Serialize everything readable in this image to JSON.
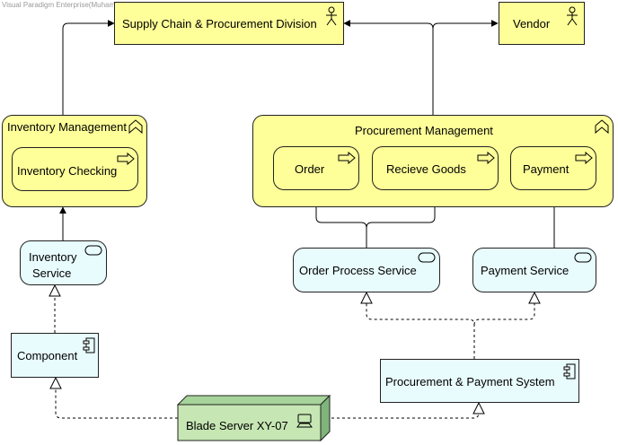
{
  "watermark": "Visual Paradigm Enterprise(Muhammad Izzul Haq (Telkom University))",
  "actors": {
    "supply_chain": "Supply Chain & Procurement Division",
    "vendor": "Vendor"
  },
  "functions": {
    "inventory_management": "Inventory Management",
    "procurement_management": "Procurement Management"
  },
  "processes": {
    "inventory_checking": "Inventory Checking",
    "order": "Order",
    "recieve_goods": "Recieve Goods",
    "payment": "Payment"
  },
  "services": {
    "inventory_service_line1": "Inventory",
    "inventory_service_line2": "Service",
    "order_process_service": "Order Process Service",
    "payment_service": "Payment Service"
  },
  "components": {
    "component": "Component",
    "procurement_payment_system": "Procurement & Payment System"
  },
  "node": {
    "blade_server": "Blade Server XY-07"
  },
  "colors": {
    "business": "#ffff99",
    "application": "#e8fbfd",
    "technology": "#c6e6b3"
  }
}
